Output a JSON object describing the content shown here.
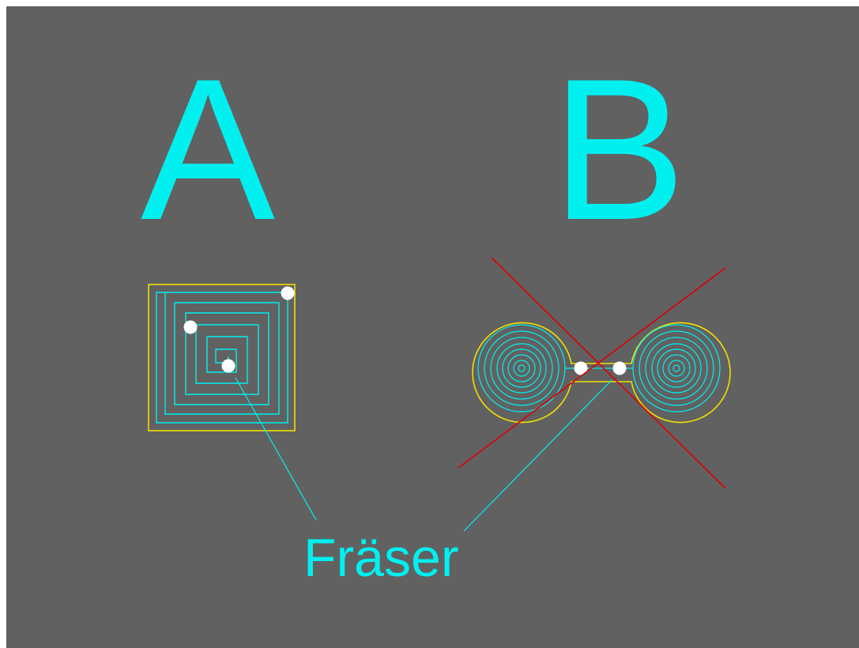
{
  "labels": {
    "a": "A",
    "b": "B",
    "cutter": "Fräser"
  },
  "colors": {
    "background": "#616161",
    "cyan": "#00f0f0",
    "yellow": "#f0e000",
    "red": "#e00000",
    "white": "#ffffff"
  }
}
